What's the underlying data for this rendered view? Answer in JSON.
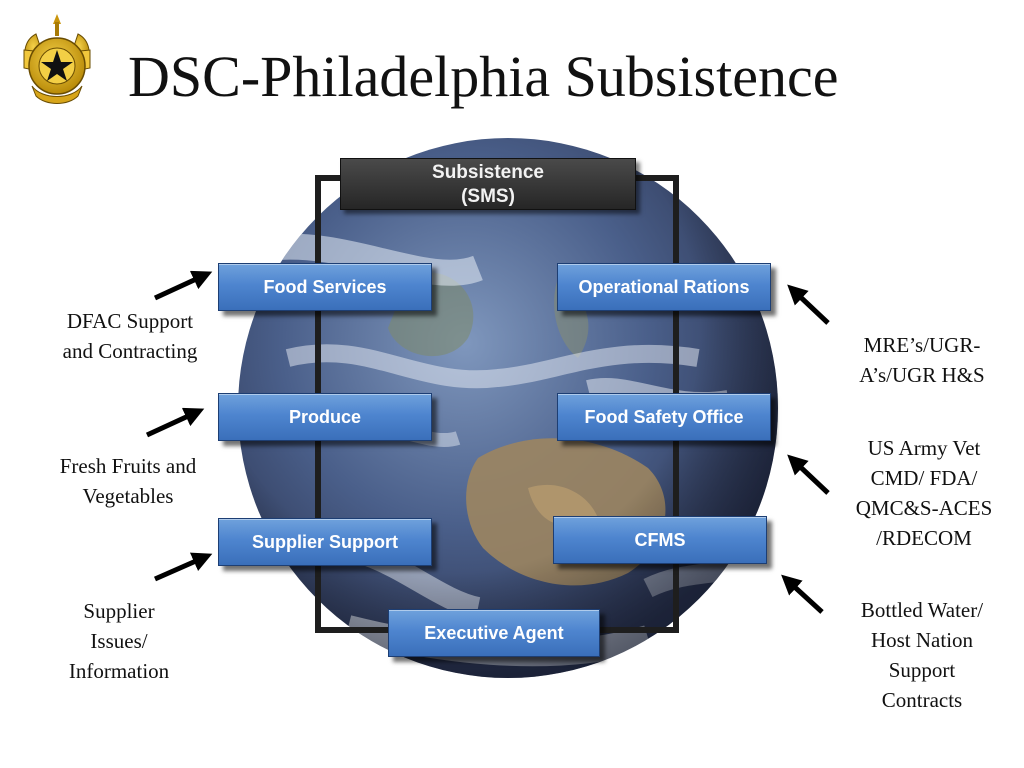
{
  "title": "DSC-Philadelphia Subsistence",
  "diagram": {
    "header_box": {
      "line1": "Subsistence",
      "line2": "(SMS)"
    },
    "left_boxes": [
      "Food Services",
      "Produce",
      "Supplier Support"
    ],
    "right_boxes": [
      "Operational Rations",
      "Food Safety Office",
      "CFMS"
    ],
    "bottom_box": "Executive Agent"
  },
  "annotations": {
    "left": [
      {
        "lines": [
          "DFAC Support",
          "and Contracting"
        ]
      },
      {
        "lines": [
          "Fresh Fruits and",
          "Vegetables"
        ]
      },
      {
        "lines": [
          "Supplier",
          "Issues/",
          "Information"
        ]
      }
    ],
    "right": [
      {
        "lines": [
          "MRE’s/UGR-",
          "A’s/UGR H&S"
        ]
      },
      {
        "lines": [
          "US Army Vet",
          "CMD/ FDA/",
          "QMC&S-ACES",
          "/RDECOM"
        ]
      },
      {
        "lines": [
          "Bottled Water/",
          "Host Nation",
          "Support",
          "Contracts"
        ]
      }
    ]
  },
  "colors": {
    "box_blue": "#4e85cf",
    "header_dark": "#333333",
    "frame": "#1e1e1e",
    "insignia_gold": "#e0b21c"
  },
  "icons": {
    "insignia": "quartermaster-insignia-icon",
    "globe": "earth-globe-icon"
  }
}
